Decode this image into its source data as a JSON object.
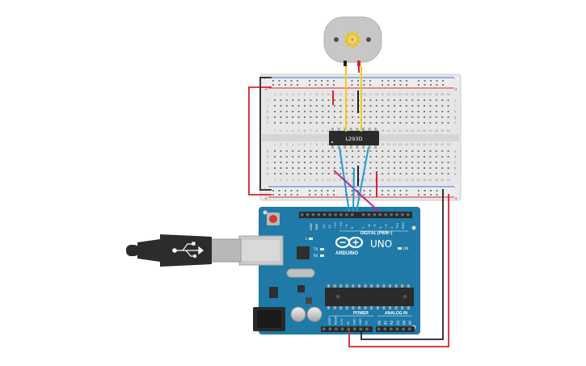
{
  "chip": {
    "label": "L293D"
  },
  "arduino": {
    "brand": "ARDUINO",
    "model": "UNO",
    "digital_label": "DIGITAL (PWM~)",
    "power_label": "POWER",
    "analog_label": "ANALOG IN",
    "on_label": "ON",
    "tx_label": "TX",
    "rx_label": "RX",
    "l_label": "L",
    "aref_label": "AREF",
    "gnd_label": "GND",
    "digital_pins": [
      "13",
      "12",
      "~11",
      "~10",
      "~9",
      "8",
      "7",
      "~6",
      "~5",
      "4",
      "~3",
      "2",
      "TX1",
      "RX0"
    ],
    "power_pins": [
      "IOREF",
      "RESET",
      "3.3V",
      "5V",
      "GND",
      "GND",
      "Vin"
    ],
    "analog_pins": [
      "A0",
      "A1",
      "A2",
      "A3",
      "A4",
      "A5"
    ]
  },
  "breadboard": {
    "column_numbers": [
      "1",
      "2",
      "3",
      "4",
      "5",
      "6",
      "7",
      "8",
      "9",
      "10",
      "11",
      "12",
      "13",
      "14",
      "15",
      "16",
      "17",
      "18",
      "19",
      "20",
      "21",
      "22",
      "23",
      "24",
      "25",
      "26",
      "27",
      "28",
      "29",
      "30"
    ],
    "row_letters_top": [
      "j",
      "i",
      "h",
      "g",
      "f"
    ],
    "row_letters_bottom": [
      "e",
      "d",
      "c",
      "b",
      "a"
    ],
    "plus_sign": "+",
    "minus_sign": "-"
  },
  "colors": {
    "wire_red": "#d8232a",
    "wire_black": "#222222",
    "wire_yellow": "#f2cc1a",
    "wire_blue": "#1e9bd7",
    "wire_magenta": "#b02d8f",
    "arduino_board": "#1f7aa8",
    "breadboard": "#e8e8e8"
  }
}
